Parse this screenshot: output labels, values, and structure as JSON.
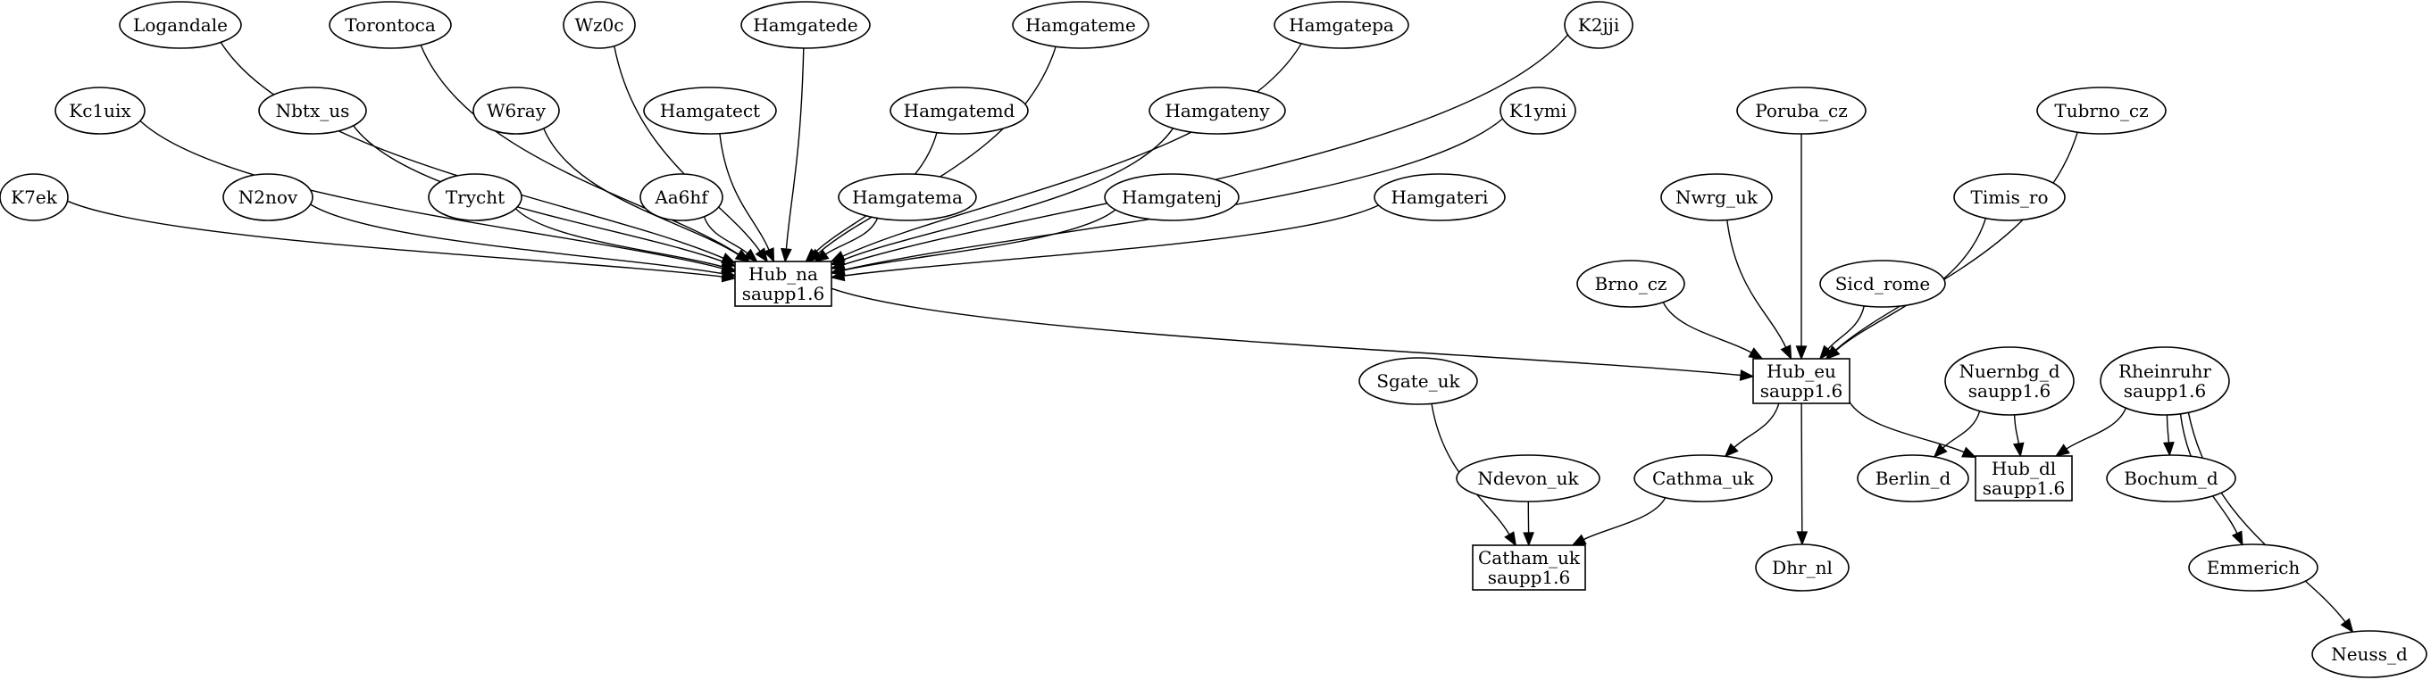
{
  "colors": {
    "background": "#ffffff",
    "stroke": "#000000",
    "text": "#000000"
  },
  "nodes": [
    {
      "id": "logandale",
      "shape": "ellipse",
      "lines": [
        "Logandale"
      ]
    },
    {
      "id": "torontoca",
      "shape": "ellipse",
      "lines": [
        "Torontoca"
      ]
    },
    {
      "id": "wz0c",
      "shape": "ellipse",
      "lines": [
        "Wz0c"
      ]
    },
    {
      "id": "hamgatede",
      "shape": "ellipse",
      "lines": [
        "Hamgatede"
      ]
    },
    {
      "id": "hamgateme",
      "shape": "ellipse",
      "lines": [
        "Hamgateme"
      ]
    },
    {
      "id": "hamgatepa",
      "shape": "ellipse",
      "lines": [
        "Hamgatepa"
      ]
    },
    {
      "id": "k2jji",
      "shape": "ellipse",
      "lines": [
        "K2jji"
      ]
    },
    {
      "id": "kc1uix",
      "shape": "ellipse",
      "lines": [
        "Kc1uix"
      ]
    },
    {
      "id": "nbtx_us",
      "shape": "ellipse",
      "lines": [
        "Nbtx_us"
      ]
    },
    {
      "id": "w6ray",
      "shape": "ellipse",
      "lines": [
        "W6ray"
      ]
    },
    {
      "id": "hamgatect",
      "shape": "ellipse",
      "lines": [
        "Hamgatect"
      ]
    },
    {
      "id": "hamgatemd",
      "shape": "ellipse",
      "lines": [
        "Hamgatemd"
      ]
    },
    {
      "id": "hamgateny",
      "shape": "ellipse",
      "lines": [
        "Hamgateny"
      ]
    },
    {
      "id": "k1ymi",
      "shape": "ellipse",
      "lines": [
        "K1ymi"
      ]
    },
    {
      "id": "k7ek",
      "shape": "ellipse",
      "lines": [
        "K7ek"
      ]
    },
    {
      "id": "n2nov",
      "shape": "ellipse",
      "lines": [
        "N2nov"
      ]
    },
    {
      "id": "trycht",
      "shape": "ellipse",
      "lines": [
        "Trycht"
      ]
    },
    {
      "id": "aa6hf",
      "shape": "ellipse",
      "lines": [
        "Aa6hf"
      ]
    },
    {
      "id": "hamgatema",
      "shape": "ellipse",
      "lines": [
        "Hamgatema"
      ]
    },
    {
      "id": "hamgatenj",
      "shape": "ellipse",
      "lines": [
        "Hamgatenj"
      ]
    },
    {
      "id": "hamgateri",
      "shape": "ellipse",
      "lines": [
        "Hamgateri"
      ]
    },
    {
      "id": "hub_na",
      "shape": "box",
      "lines": [
        "Hub_na",
        "saupp1.6"
      ]
    },
    {
      "id": "poruba_cz",
      "shape": "ellipse",
      "lines": [
        "Poruba_cz"
      ]
    },
    {
      "id": "tubrno_cz",
      "shape": "ellipse",
      "lines": [
        "Tubrno_cz"
      ]
    },
    {
      "id": "nwrg_uk",
      "shape": "ellipse",
      "lines": [
        "Nwrg_uk"
      ]
    },
    {
      "id": "timis_ro",
      "shape": "ellipse",
      "lines": [
        "Timis_ro"
      ]
    },
    {
      "id": "brno_cz",
      "shape": "ellipse",
      "lines": [
        "Brno_cz"
      ]
    },
    {
      "id": "sicd_rome",
      "shape": "ellipse",
      "lines": [
        "Sicd_rome"
      ]
    },
    {
      "id": "hub_eu",
      "shape": "box",
      "lines": [
        "Hub_eu",
        "saupp1.6"
      ]
    },
    {
      "id": "sgate_uk",
      "shape": "ellipse",
      "lines": [
        "Sgate_uk"
      ]
    },
    {
      "id": "nuernbg_d",
      "shape": "ellipse",
      "lines": [
        "Nuernbg_d",
        "saupp1.6"
      ]
    },
    {
      "id": "rheinruhr",
      "shape": "ellipse",
      "lines": [
        "Rheinruhr",
        "saupp1.6"
      ]
    },
    {
      "id": "ndevon_uk",
      "shape": "ellipse",
      "lines": [
        "Ndevon_uk"
      ]
    },
    {
      "id": "cathma_uk",
      "shape": "ellipse",
      "lines": [
        "Cathma_uk"
      ]
    },
    {
      "id": "berlin_d",
      "shape": "ellipse",
      "lines": [
        "Berlin_d"
      ]
    },
    {
      "id": "hub_dl",
      "shape": "box",
      "lines": [
        "Hub_dl",
        "saupp1.6"
      ]
    },
    {
      "id": "bochum_d",
      "shape": "ellipse",
      "lines": [
        "Bochum_d"
      ]
    },
    {
      "id": "catham_uk",
      "shape": "box",
      "lines": [
        "Catham_uk",
        "saupp1.6"
      ]
    },
    {
      "id": "dhr_nl",
      "shape": "ellipse",
      "lines": [
        "Dhr_nl"
      ]
    },
    {
      "id": "emmerich",
      "shape": "ellipse",
      "lines": [
        "Emmerich"
      ]
    },
    {
      "id": "neuss_d",
      "shape": "ellipse",
      "lines": [
        "Neuss_d"
      ]
    }
  ],
  "edges": [
    {
      "from": "k7ek",
      "to": "hub_na"
    },
    {
      "from": "n2nov",
      "to": "hub_na"
    },
    {
      "from": "trycht",
      "to": "hub_na"
    },
    {
      "from": "aa6hf",
      "to": "hub_na"
    },
    {
      "from": "hamgatema",
      "to": "hub_na"
    },
    {
      "from": "hamgatenj",
      "to": "hub_na"
    },
    {
      "from": "hamgateri",
      "to": "hub_na"
    },
    {
      "from": "kc1uix",
      "to": "hub_na"
    },
    {
      "from": "nbtx_us",
      "to": "hub_na"
    },
    {
      "from": "w6ray",
      "to": "hub_na"
    },
    {
      "from": "hamgatect",
      "to": "hub_na"
    },
    {
      "from": "hamgatemd",
      "to": "hub_na"
    },
    {
      "from": "hamgateny",
      "to": "hub_na"
    },
    {
      "from": "k1ymi",
      "to": "hub_na"
    },
    {
      "from": "logandale",
      "to": "hub_na"
    },
    {
      "from": "torontoca",
      "to": "hub_na"
    },
    {
      "from": "wz0c",
      "to": "hub_na"
    },
    {
      "from": "hamgatede",
      "to": "hub_na"
    },
    {
      "from": "hamgateme",
      "to": "hub_na"
    },
    {
      "from": "hamgatepa",
      "to": "hub_na"
    },
    {
      "from": "k2jji",
      "to": "hub_na"
    },
    {
      "from": "hub_na",
      "to": "hub_eu"
    },
    {
      "from": "poruba_cz",
      "to": "hub_eu"
    },
    {
      "from": "tubrno_cz",
      "to": "hub_eu"
    },
    {
      "from": "nwrg_uk",
      "to": "hub_eu"
    },
    {
      "from": "timis_ro",
      "to": "hub_eu"
    },
    {
      "from": "brno_cz",
      "to": "hub_eu"
    },
    {
      "from": "sicd_rome",
      "to": "hub_eu"
    },
    {
      "from": "hub_eu",
      "to": "cathma_uk"
    },
    {
      "from": "hub_eu",
      "to": "dhr_nl"
    },
    {
      "from": "hub_eu",
      "to": "hub_dl"
    },
    {
      "from": "nuernbg_d",
      "to": "hub_dl"
    },
    {
      "from": "nuernbg_d",
      "to": "berlin_d"
    },
    {
      "from": "rheinruhr",
      "to": "hub_dl"
    },
    {
      "from": "rheinruhr",
      "to": "bochum_d"
    },
    {
      "from": "rheinruhr",
      "to": "emmerich"
    },
    {
      "from": "rheinruhr",
      "to": "neuss_d"
    },
    {
      "from": "sgate_uk",
      "to": "catham_uk"
    },
    {
      "from": "ndevon_uk",
      "to": "catham_uk"
    },
    {
      "from": "cathma_uk",
      "to": "catham_uk"
    }
  ]
}
